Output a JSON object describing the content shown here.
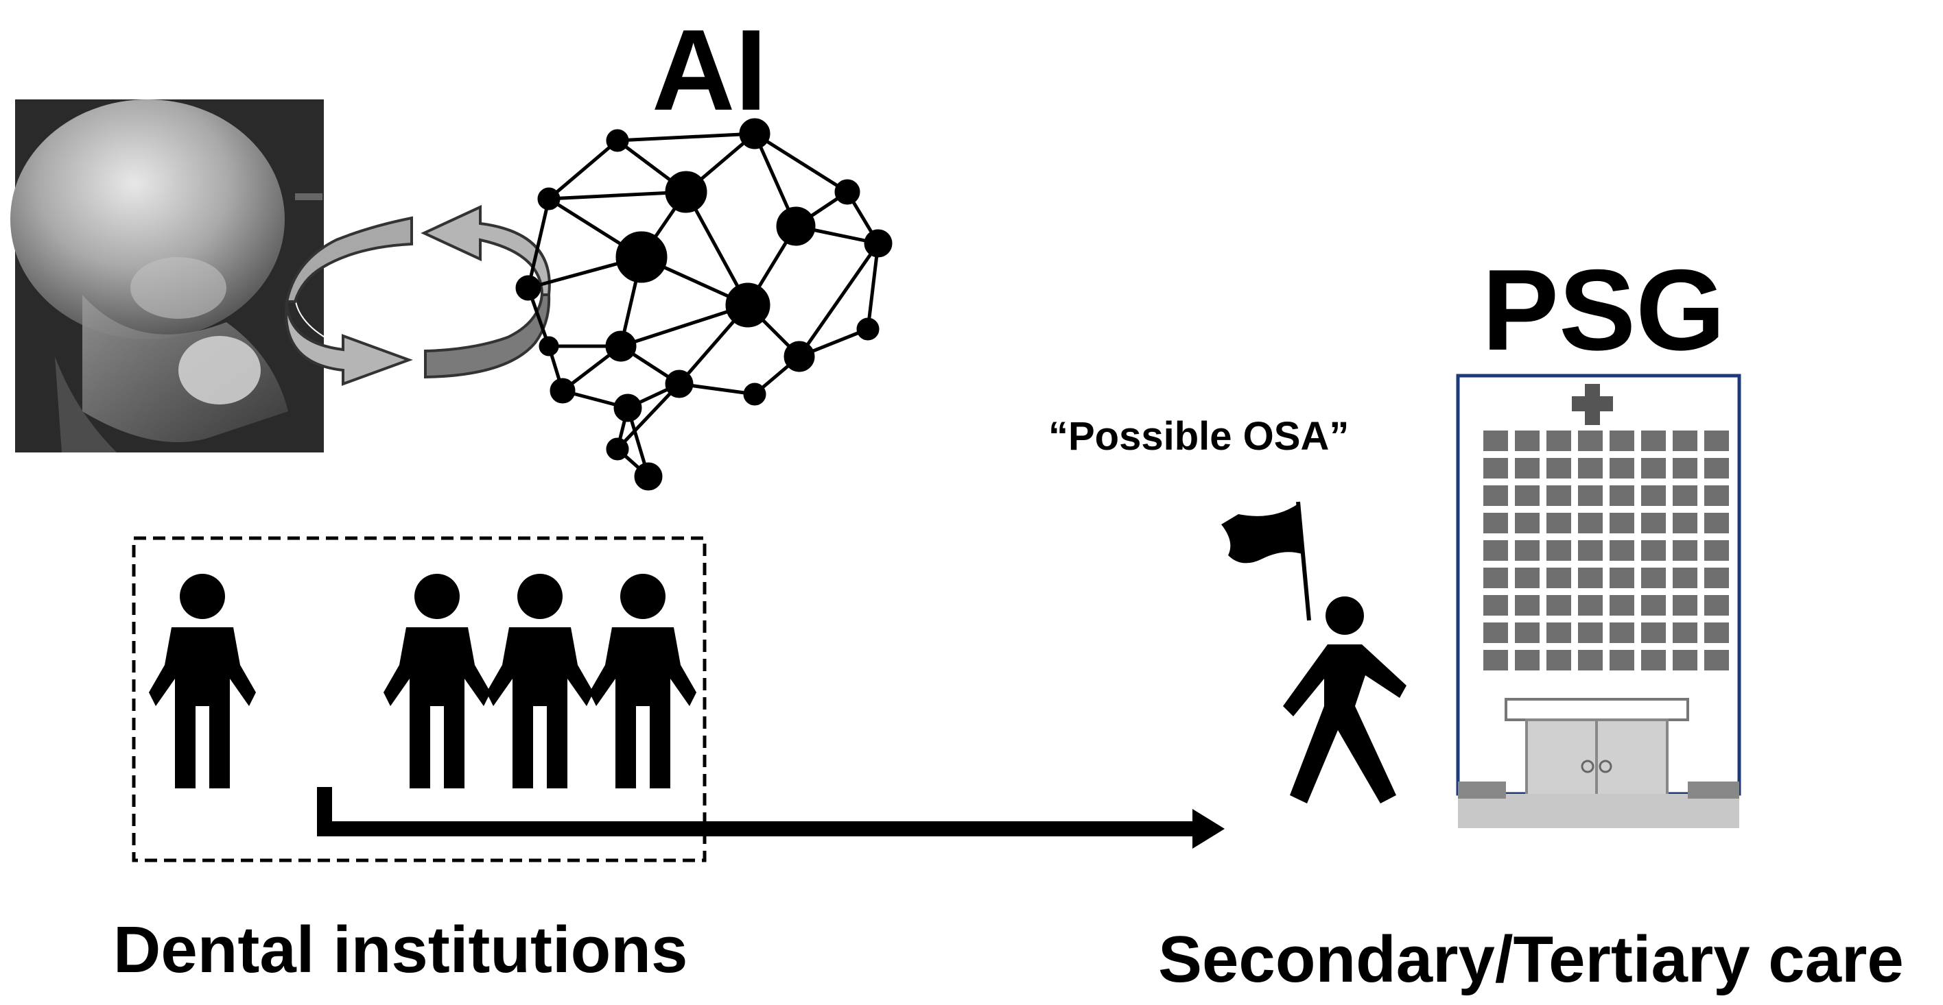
{
  "diagram": {
    "ai_title": "AI",
    "psg_title": "PSG",
    "referral_note": "“Possible OSA”",
    "dental_label": "Dental institutions",
    "care_label": "Secondary/Tertiary care"
  },
  "colors": {
    "ink": "#000000",
    "arrow_fill": "#a8a8a8",
    "arrow_shadow": "#7a7a7a",
    "building_window": "#6f6f6f",
    "building_border": "#1f3a78",
    "xray_dark": "#2a2a2a"
  },
  "icons": {
    "xray": "skull-xray-image",
    "network": "neural-network-brain-icon",
    "cycle": "circular-arrows-icon",
    "person": "standing-person-icon",
    "walker": "walking-person-with-flag-icon",
    "hospital": "hospital-building-icon"
  }
}
